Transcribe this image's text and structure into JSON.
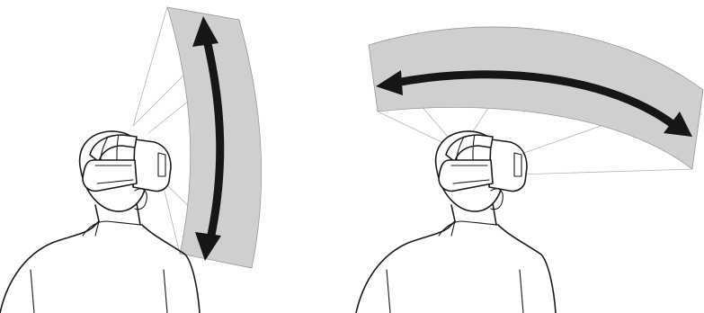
{
  "panels": [
    {
      "id": "vertical-movement",
      "direction": "vertical"
    },
    {
      "id": "horizontal-movement",
      "direction": "horizontal"
    }
  ],
  "colors": {
    "band_fill": "#cfcfcf",
    "arrow": "#161616",
    "line_art": "#1a1a1a",
    "background": "#ffffff"
  }
}
